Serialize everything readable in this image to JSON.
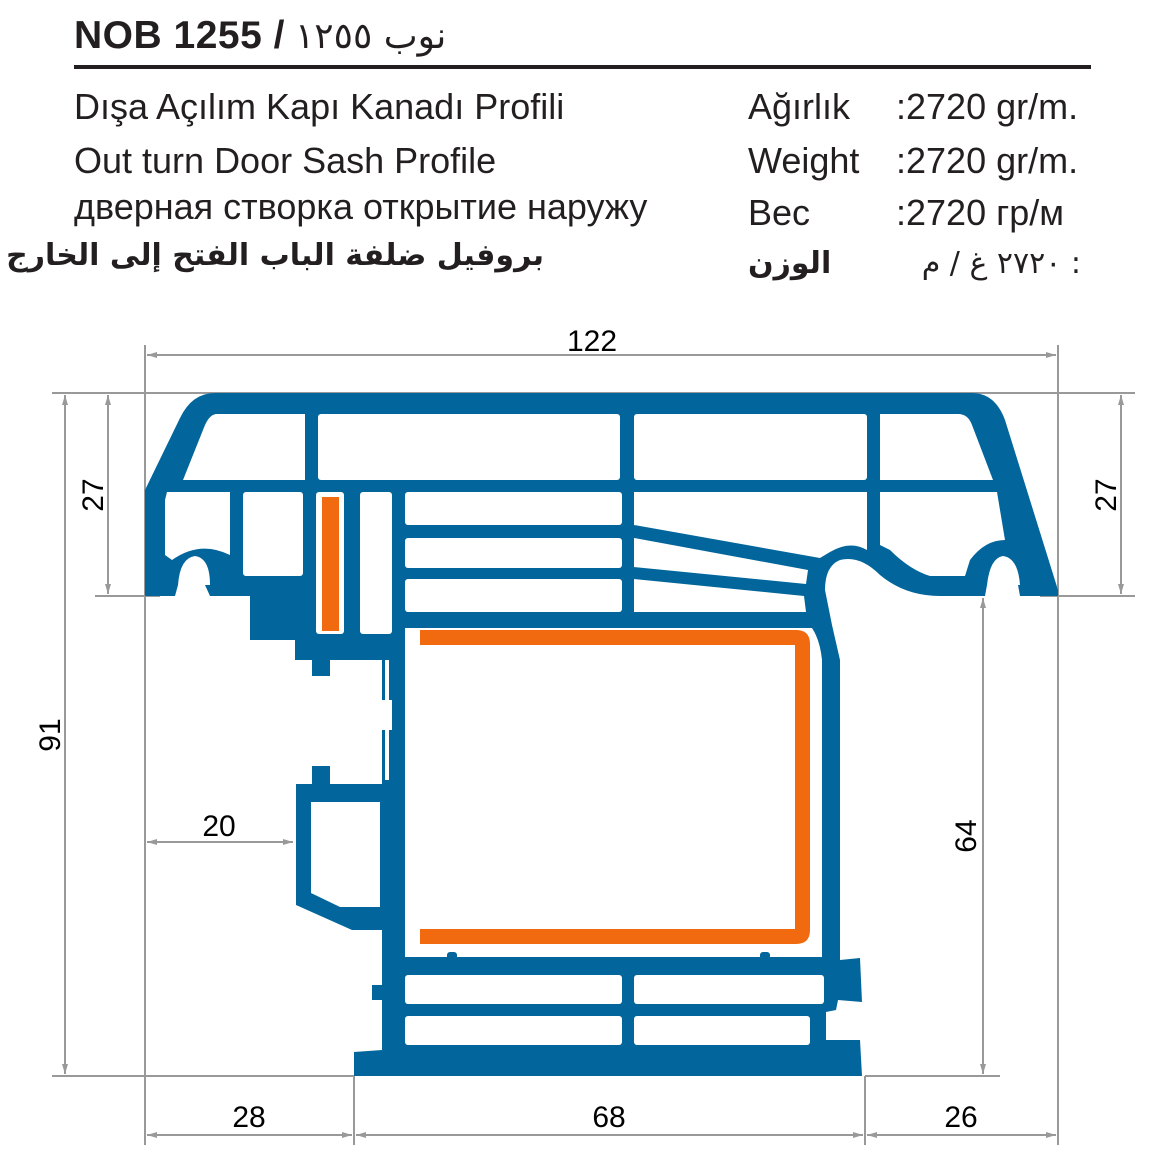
{
  "header": {
    "code": "NOB 1255 /",
    "code_arabic": "نوب ١٢٥٥"
  },
  "descriptions": [
    {
      "lang": "tr",
      "text": "Dışa Açılım Kapı Kanadı Profili"
    },
    {
      "lang": "en",
      "text": "Out turn Door Sash Profile"
    },
    {
      "lang": "ru",
      "text": "дверная створка открытие наружу"
    },
    {
      "lang": "ar",
      "text": "بروفيل ضلفة الباب الفتح إلى الخارج"
    }
  ],
  "weight": [
    {
      "lang": "tr",
      "label": "Ağırlık",
      "value": ":2720 gr/m."
    },
    {
      "lang": "en",
      "label": "Weight",
      "value": ":2720 gr/m."
    },
    {
      "lang": "ru",
      "label": "Bec",
      "value": ":2720 гр/м"
    },
    {
      "lang": "ar",
      "label": "الوزن",
      "value": ": ٢٧٢٠ غ / م"
    }
  ],
  "colors": {
    "profile": "#02669c",
    "reinforcement": "#f26a0f",
    "dimension_line": "#999999",
    "text": "#231f20"
  },
  "dimensions": {
    "overall_width": "122",
    "overall_height": "91",
    "top_height_left": "27",
    "top_height_right": "27",
    "left_offset": "20",
    "right_lower_height": "64",
    "bottom_left": "28",
    "bottom_middle": "68",
    "bottom_right": "26"
  }
}
